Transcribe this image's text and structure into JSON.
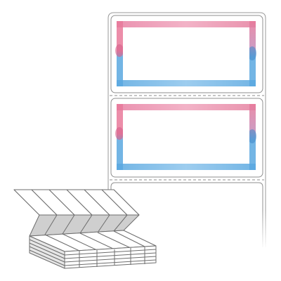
{
  "product": {
    "kind": "fanfold label strip with watercolor frames",
    "labels_shown": 2,
    "partial_label_shown": true
  },
  "colors": {
    "label_border": "#9a9a9a",
    "perforation": "#8c8c8c",
    "frame_pink": "#e8799a",
    "frame_blue": "#5aa8e0",
    "stack_fill": "#d9d9d9",
    "stack_outline": "#6d6d6d"
  },
  "fanfold_stack": {
    "sheets_per_row": 6,
    "layers": 5
  }
}
